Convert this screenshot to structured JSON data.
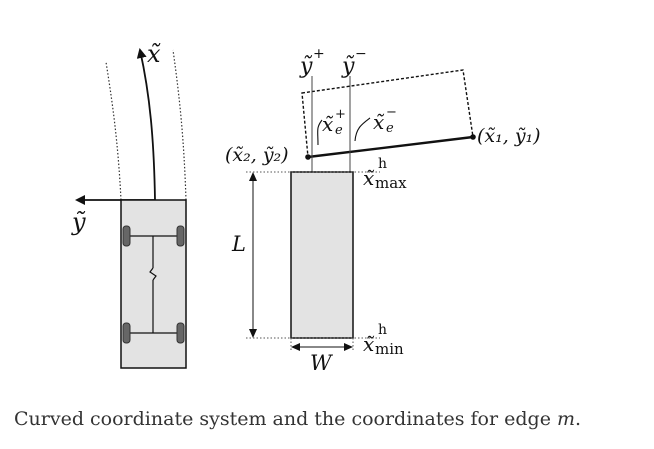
{
  "labels": {
    "x_tilde": "x̃",
    "y_tilde": "ỹ",
    "y_plus": "ỹ",
    "y_plus_sup": "+",
    "y_minus": "ỹ",
    "y_minus_sup": "−",
    "xe_plus": "x̃",
    "xe_plus_sub": "e",
    "xe_plus_sup": "+",
    "xe_minus": "x̃",
    "xe_minus_sub": "e",
    "xe_minus_sup": "−",
    "point1": "(x̃₁, ỹ₁)",
    "point2": "(x̃₂, ỹ₂)",
    "xmax": "x̃",
    "xmax_sup": "h",
    "xmax_sub": "max",
    "xmin": "x̃",
    "xmin_sup": "h",
    "xmin_sub": "min",
    "length": "L",
    "width": "W"
  },
  "caption": {
    "text": "Curved coordinate system and the coordinates for edge ",
    "var": "m",
    "end": "."
  }
}
